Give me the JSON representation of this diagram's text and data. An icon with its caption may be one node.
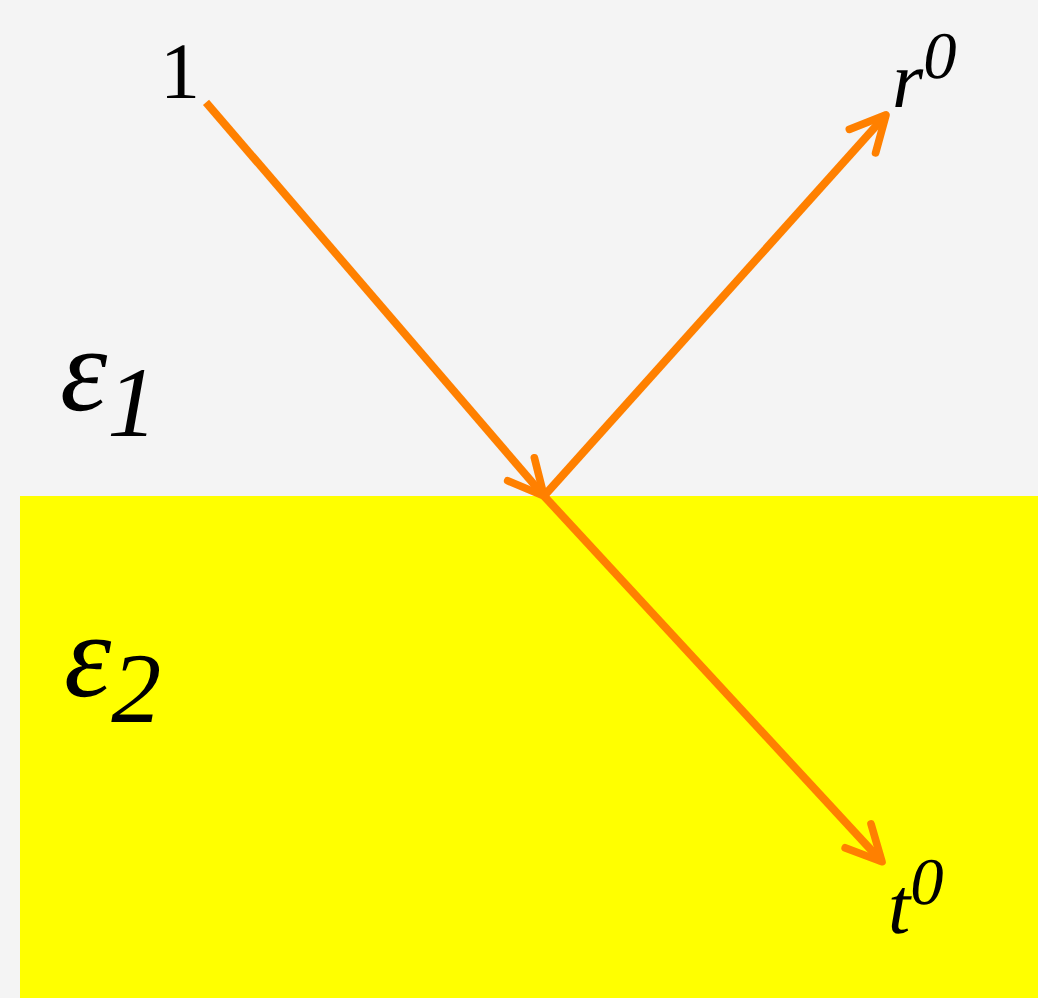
{
  "diagram": {
    "nodes": [
      {
        "text": [
          "ε$_{2}$"
        ]
      },
      {
        "text": [
          "1"
        ]
      },
      {
        "text": [
          "r$^{0}$"
        ]
      },
      {
        "text": [
          "t$^{0}$"
        ],
        "in": 0
      }
    ],
    "edges": [
      {
        "from": 1,
        "to": 0,
        "arrow": "to"
      },
      {
        "from": 0,
        "to": 2,
        "arrow": "to"
      },
      {
        "from": 0,
        "to": 3,
        "arrow": "to"
      }
    ],
    "labels": [
      "ε$_{1}$"
    ]
  }
}
